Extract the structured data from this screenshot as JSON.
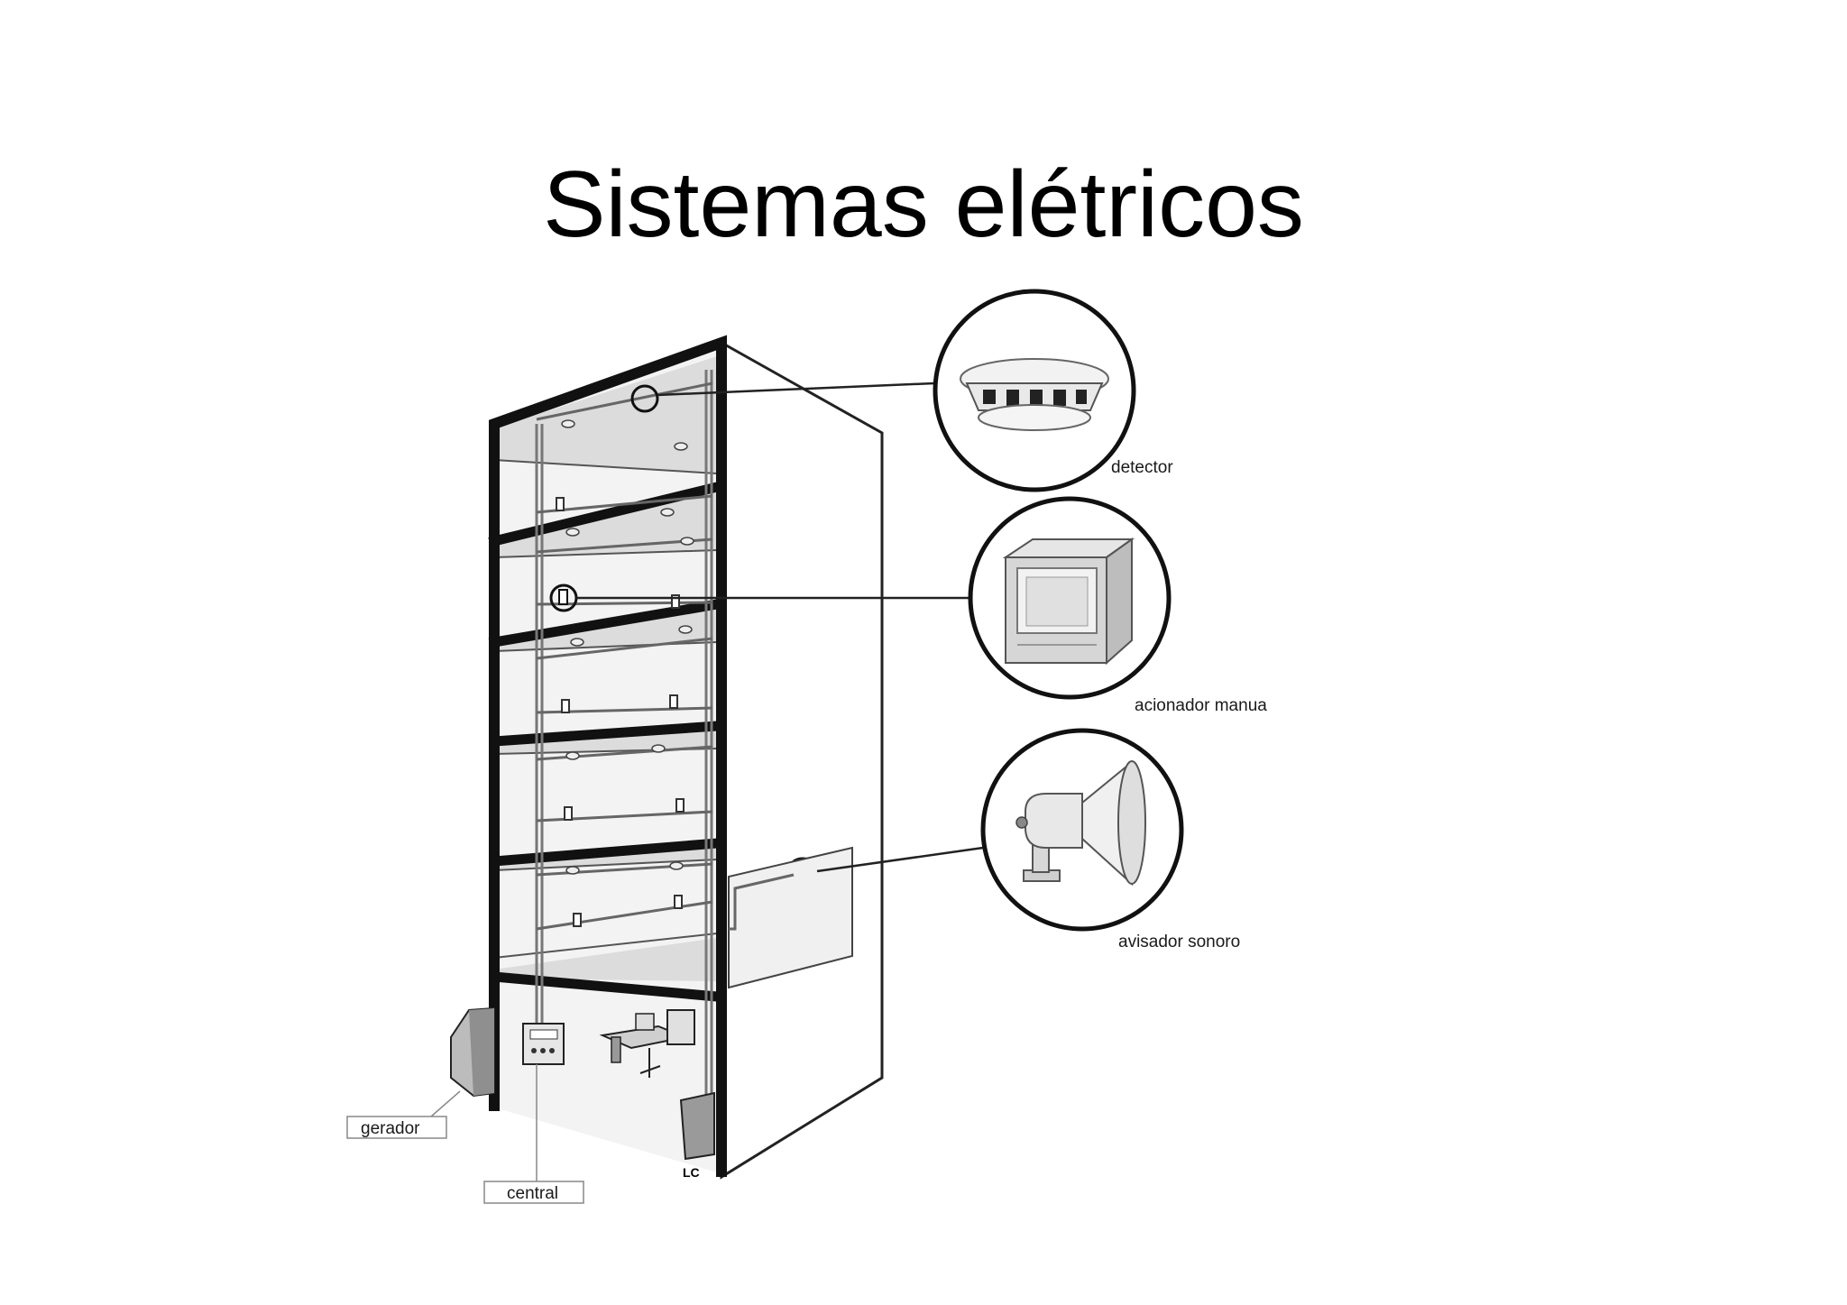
{
  "slide": {
    "title": "Sistemas elétricos"
  },
  "diagram": {
    "callouts": [
      {
        "id": "detector",
        "label": "detector",
        "icon": "smoke-detector-icon"
      },
      {
        "id": "manual",
        "label": "acionador manua",
        "icon": "manual-call-point-icon"
      },
      {
        "id": "siren",
        "label": "avisador sonoro",
        "icon": "horn-siren-icon"
      }
    ],
    "boxed_labels": {
      "generator": "gerador",
      "central": "central"
    },
    "marker": "LC"
  }
}
